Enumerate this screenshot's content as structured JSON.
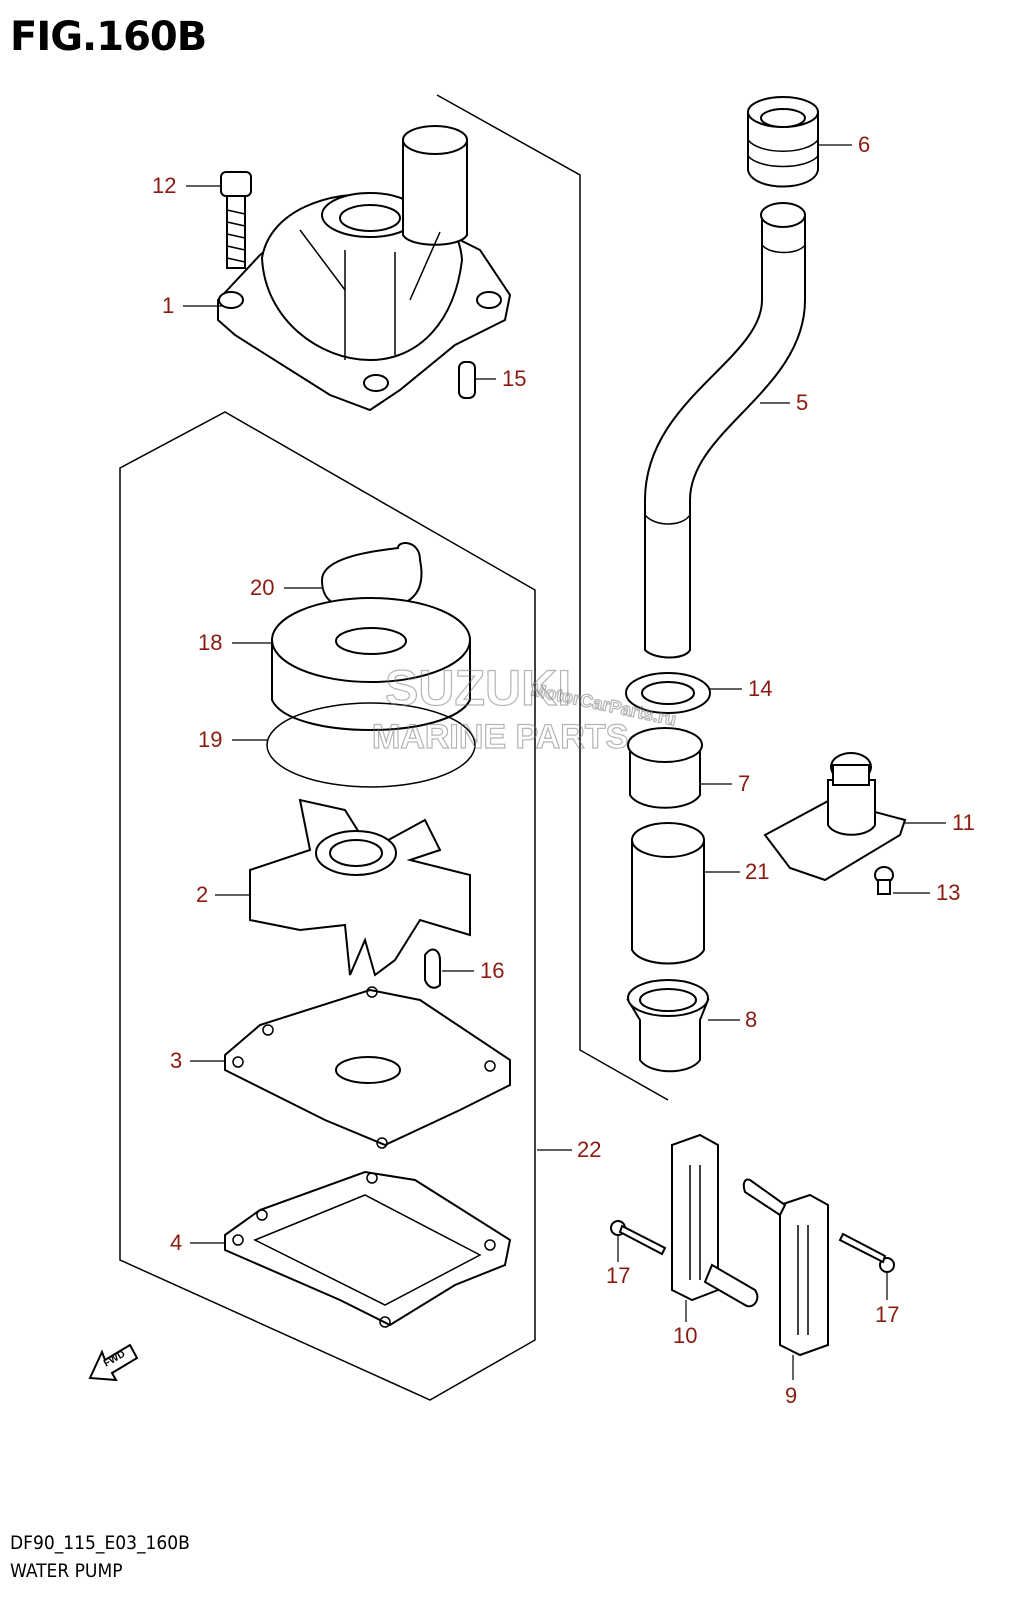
{
  "figure": {
    "title": "FIG.160B",
    "code": "DF90_115_E03_160B",
    "name": "WATER PUMP"
  },
  "fwd_label": "FWD",
  "watermark": {
    "line1": "SUZUKI",
    "line2": "MARINE PARTS",
    "script": "MotorCarParts.ru"
  },
  "colors": {
    "callout": "#8b1a10",
    "line": "#000000",
    "watermark": "#777777"
  },
  "callouts": [
    {
      "id": "1",
      "label": "1"
    },
    {
      "id": "2",
      "label": "2"
    },
    {
      "id": "3",
      "label": "3"
    },
    {
      "id": "4",
      "label": "4"
    },
    {
      "id": "5",
      "label": "5"
    },
    {
      "id": "6",
      "label": "6"
    },
    {
      "id": "7",
      "label": "7"
    },
    {
      "id": "8",
      "label": "8"
    },
    {
      "id": "9",
      "label": "9"
    },
    {
      "id": "10",
      "label": "10"
    },
    {
      "id": "11",
      "label": "11"
    },
    {
      "id": "12",
      "label": "12"
    },
    {
      "id": "13",
      "label": "13"
    },
    {
      "id": "14",
      "label": "14"
    },
    {
      "id": "15",
      "label": "15"
    },
    {
      "id": "16",
      "label": "16"
    },
    {
      "id": "17a",
      "label": "17"
    },
    {
      "id": "17b",
      "label": "17"
    },
    {
      "id": "18",
      "label": "18"
    },
    {
      "id": "19",
      "label": "19"
    },
    {
      "id": "20",
      "label": "20"
    },
    {
      "id": "21",
      "label": "21"
    },
    {
      "id": "22",
      "label": "22"
    }
  ]
}
